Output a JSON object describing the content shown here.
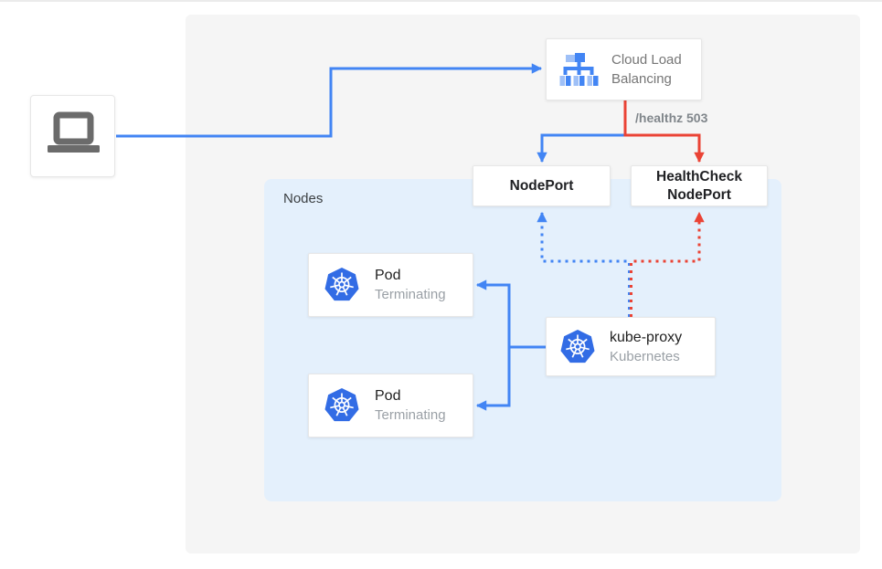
{
  "panels": {
    "nodes_label": "Nodes"
  },
  "load_balancer": {
    "title": "Cloud Load Balancing"
  },
  "edge_label": {
    "healthz": "/healthz 503"
  },
  "nodeport": {
    "title": "NodePort"
  },
  "healthcheck_nodeport": {
    "line1": "HealthCheck",
    "line2": "NodePort"
  },
  "pods": [
    {
      "title": "Pod",
      "status": "Terminating"
    },
    {
      "title": "Pod",
      "status": "Terminating"
    }
  ],
  "kube_proxy": {
    "title": "kube-proxy",
    "subtitle": "Kubernetes"
  },
  "icons": {
    "client": "laptop-icon",
    "load_balancer": "load-balancer-icon",
    "pod": "kubernetes-logo-icon",
    "kube_proxy": "kubernetes-logo-icon"
  },
  "colors": {
    "blue_line": "#4285f4",
    "red_line": "#ea4335",
    "panel_bg": "#f5f5f5",
    "nodes_bg": "#e4f0fc",
    "title_text": "#212121",
    "muted_text": "#9aa0a6",
    "label_text": "#80868b"
  }
}
